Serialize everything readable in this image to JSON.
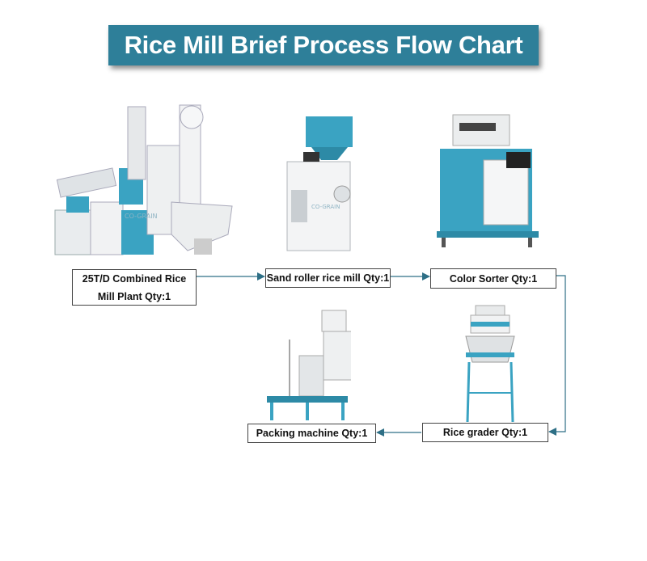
{
  "title": "Rice Mill Brief Process Flow Chart",
  "nodes": [
    {
      "id": "combined",
      "label": "25T/D Combined Rice Mill Plant Qty:1",
      "icon": "combined-rice-mill-machine"
    },
    {
      "id": "sand_roller",
      "label": "Sand roller rice mill Qty:1",
      "icon": "sand-roller-rice-mill-machine"
    },
    {
      "id": "color_sorter",
      "label": "Color Sorter Qty:1",
      "icon": "color-sorter-machine"
    },
    {
      "id": "rice_grader",
      "label": "Rice grader Qty:1",
      "icon": "rice-grader-machine"
    },
    {
      "id": "packing",
      "label": "Packing machine Qty:1",
      "icon": "packing-machine"
    }
  ],
  "watermark": "CO-GRAIN",
  "colors": {
    "banner": "#2e7f99",
    "machine_blue": "#3aa3c2",
    "arrow": "#2e6f86"
  }
}
